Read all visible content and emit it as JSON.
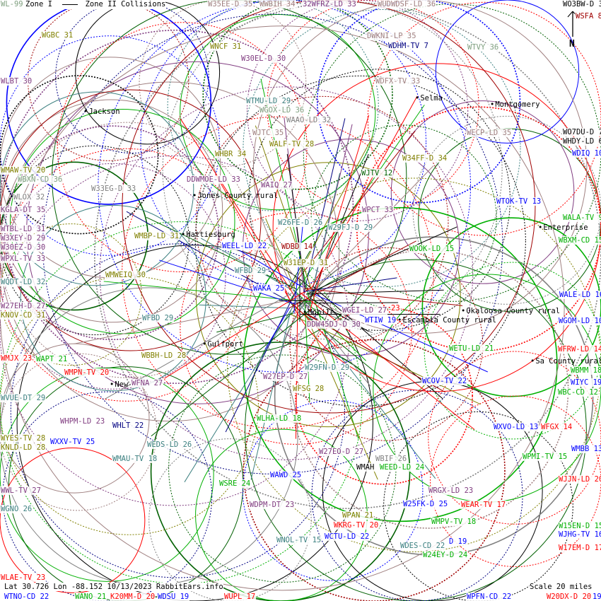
{
  "legend": {
    "zone1": "Zone I",
    "zone2": "Zone II Collisions"
  },
  "north_label": "N",
  "footer": {
    "coords": "Lat 30.726 Lon -88.152 10/13/2023 RabbitEars.info",
    "scale": "Scale 20 miles"
  },
  "colors": {
    "olive": "#808000",
    "purple": "#803c80",
    "red": "#ff0000",
    "blue": "#0000ff",
    "green": "#00b000",
    "darkgreen": "#006000",
    "teal": "#3c8080",
    "gray": "#808080",
    "rosy": "#a08080",
    "darkred": "#a00000",
    "navy": "#000080",
    "black": "#000000",
    "sage": "#80a080"
  },
  "cities": [
    "Jackson",
    "Selma",
    "Montgomery",
    "Jones County rural",
    "Hattiesburg",
    "Enterprise",
    "Mobile",
    "Escambia County rural",
    "Okaloosa County rural",
    "Gulfport",
    "Sa County rural",
    "New"
  ],
  "stations": [
    {
      "text": "WL-99",
      "color": "#80a080"
    },
    {
      "text": "W35EE-D 35",
      "color": "#a08080"
    },
    {
      "text": "WWBIH 34",
      "color": "#a08080"
    },
    {
      "text": "32WFRZ-LD 33",
      "color": "#803c80"
    },
    {
      "text": "WUDWDSF-LD 36",
      "color": "#a08080"
    },
    {
      "text": "WO3BW-D 3",
      "color": "#000000"
    },
    {
      "text": "WSFA 8",
      "color": "#a00000"
    },
    {
      "text": "WGBC 31",
      "color": "#808000"
    },
    {
      "text": "WNCF 31",
      "color": "#808000"
    },
    {
      "text": "W30EL-D 30",
      "color": "#803c80"
    },
    {
      "text": "DWKNI-LP 35",
      "color": "#a08080"
    },
    {
      "text": "WDHM-TV 7",
      "color": "#000080"
    },
    {
      "text": "WTVY 36",
      "color": "#80a080"
    },
    {
      "text": "WLBT 30",
      "color": "#803c80"
    },
    {
      "text": "WDFX-TV 33",
      "color": "#a08080"
    },
    {
      "text": "WTMU-LD 29",
      "color": "#3c8080"
    },
    {
      "text": "WGOX-LD 36",
      "color": "#80a080"
    },
    {
      "text": "WAAO-LD 32",
      "color": "#808080"
    },
    {
      "text": "WJTC 35",
      "color": "#a08080"
    },
    {
      "text": "WALF-TV 28",
      "color": "#808000"
    },
    {
      "text": "WECP-LD 35",
      "color": "#a08080"
    },
    {
      "text": "WO7DU-D 7",
      "color": "#000000"
    },
    {
      "text": "WHDY-LD 6",
      "color": "#000000"
    },
    {
      "text": "WHBR 34",
      "color": "#808000"
    },
    {
      "text": "W34FF-D 34",
      "color": "#808000"
    },
    {
      "text": "WDIQ 10",
      "color": "#0000ff"
    },
    {
      "text": "WMAW-TV 20",
      "color": "#808000"
    },
    {
      "text": "WBXN-CD 36",
      "color": "#80a080"
    },
    {
      "text": "DDWMOE-LD 33",
      "color": "#803c80"
    },
    {
      "text": "WJTV 12",
      "color": "#006000"
    },
    {
      "text": "WAIQ 27",
      "color": "#803c80"
    },
    {
      "text": "W33EG-D 33",
      "color": "#808080"
    },
    {
      "text": "WLOX 32",
      "color": "#808080"
    },
    {
      "text": "KGLA-DT 35",
      "color": "#803c80"
    },
    {
      "text": "WPCT 33",
      "color": "#803c80"
    },
    {
      "text": "WTOK-TV 13",
      "color": "#0000ff"
    },
    {
      "text": "WALA-TV 9",
      "color": "#00b000"
    },
    {
      "text": "W26FE-D 26",
      "color": "#3c8080"
    },
    {
      "text": "W29FJ-D 29",
      "color": "#3c8080"
    },
    {
      "text": "WTBL-LD 31",
      "color": "#803c80"
    },
    {
      "text": "W3XEY-D 29",
      "color": "#803c80"
    },
    {
      "text": "WMBP-LD 31",
      "color": "#808000"
    },
    {
      "text": "W30EZ-D 30",
      "color": "#803c80"
    },
    {
      "text": "WEEL-LD 22",
      "color": "#0000ff"
    },
    {
      "text": "WDBD 14",
      "color": "#a00000"
    },
    {
      "text": "WOOK-LD 15",
      "color": "#00b000"
    },
    {
      "text": "WBXM-CD 15",
      "color": "#00b000"
    },
    {
      "text": "WPXL-TV 33",
      "color": "#803c80"
    },
    {
      "text": "W31EP-D 31",
      "color": "#808000"
    },
    {
      "text": "WFBD 29",
      "color": "#3c8080"
    },
    {
      "text": "WMWEIQ 30",
      "color": "#808000"
    },
    {
      "text": "WQDT-LD 32",
      "color": "#3c8080"
    },
    {
      "text": "WAKA 25",
      "color": "#0000ff"
    },
    {
      "text": "WALE-LD 16",
      "color": "#0000ff"
    },
    {
      "text": "W27EH-D 27",
      "color": "#803c80"
    },
    {
      "text": "KNOV-CD 31",
      "color": "#808000"
    },
    {
      "text": "WFBD 29",
      "color": "#3c8080"
    },
    {
      "text": "WGEI-LD 27",
      "color": "#803c80"
    },
    {
      "text": "23",
      "color": "#ff0000"
    },
    {
      "text": "WTIW 19",
      "color": "#0000ff"
    },
    {
      "text": "DDW45DJ-D 30",
      "color": "#803c80"
    },
    {
      "text": "WGOM-LD 10",
      "color": "#0000ff"
    },
    {
      "text": "WETU-LD 21",
      "color": "#00b000"
    },
    {
      "text": "WFRW-LD 14",
      "color": "#ff0000"
    },
    {
      "text": "WMJX 23",
      "color": "#ff0000"
    },
    {
      "text": "WAPT 21",
      "color": "#00b000"
    },
    {
      "text": "WBBH-LD 28",
      "color": "#808000"
    },
    {
      "text": "WBMM 18",
      "color": "#00b000"
    },
    {
      "text": "WMPN-TV 20",
      "color": "#ff0000"
    },
    {
      "text": "W27EP-D 27",
      "color": "#803c80"
    },
    {
      "text": "W29FN-D 29",
      "color": "#3c8080"
    },
    {
      "text": "WFNA 27",
      "color": "#803c80"
    },
    {
      "text": "WCOV-TV 22",
      "color": "#0000ff"
    },
    {
      "text": "WIYC 19",
      "color": "#0000ff"
    },
    {
      "text": "WBC-CD 12",
      "color": "#00b000"
    },
    {
      "text": "WFSG 28",
      "color": "#808000"
    },
    {
      "text": "WVUE-DT 29",
      "color": "#3c8080"
    },
    {
      "text": "WHPM-LD 23",
      "color": "#803c80"
    },
    {
      "text": "WHLT 22",
      "color": "#000080"
    },
    {
      "text": "WLHA-LD 18",
      "color": "#00b000"
    },
    {
      "text": "WXVO-LD 13",
      "color": "#0000ff"
    },
    {
      "text": "WFGX 14",
      "color": "#ff0000"
    },
    {
      "text": "WYES-TV 28",
      "color": "#808000"
    },
    {
      "text": "KNLD-LD 28",
      "color": "#808000"
    },
    {
      "text": "WXXV-TV 25",
      "color": "#0000ff"
    },
    {
      "text": "WEDS-LD 26",
      "color": "#3c8080"
    },
    {
      "text": "WMBB 13",
      "color": "#0000ff"
    },
    {
      "text": "W27EO-D 27",
      "color": "#803c80"
    },
    {
      "text": "WMAU-TV 18",
      "color": "#3c8080"
    },
    {
      "text": "WBIF 26",
      "color": "#808080"
    },
    {
      "text": "WPMI-TV 15",
      "color": "#00b000"
    },
    {
      "text": "WMAH",
      "color": "#000000"
    },
    {
      "text": "WEED-LD 24",
      "color": "#00b000"
    },
    {
      "text": "WAWD 25",
      "color": "#0000ff"
    },
    {
      "text": "WJJN-LD 20",
      "color": "#ff0000"
    },
    {
      "text": "WWL-TV 27",
      "color": "#803c80"
    },
    {
      "text": "WSRE 24",
      "color": "#00b000"
    },
    {
      "text": "WRGX-LD 23",
      "color": "#803c80"
    },
    {
      "text": "WDPM-DT 23",
      "color": "#803c80"
    },
    {
      "text": "W25FK-D 25",
      "color": "#0000ff"
    },
    {
      "text": "WEAR-TV 17",
      "color": "#ff0000"
    },
    {
      "text": "WGNO 26",
      "color": "#3c8080"
    },
    {
      "text": "WPAN 21",
      "color": "#808000"
    },
    {
      "text": "WKRG-TV 20",
      "color": "#ff0000"
    },
    {
      "text": "WMPV-TV 18",
      "color": "#00b000"
    },
    {
      "text": "W15EN-D 15",
      "color": "#00b000"
    },
    {
      "text": "WJHG-TV 16",
      "color": "#0000ff"
    },
    {
      "text": "WCTU-LD 22",
      "color": "#0000ff"
    },
    {
      "text": "WNOL-TV 15",
      "color": "#3c8080"
    },
    {
      "text": "WDES-CD 22",
      "color": "#3c8080"
    },
    {
      "text": "D 19",
      "color": "#0000ff"
    },
    {
      "text": "W24EY-D 24",
      "color": "#00b000"
    },
    {
      "text": "W17EM-D 17",
      "color": "#ff0000"
    },
    {
      "text": "WLAE-TV 23",
      "color": "#ff0000"
    },
    {
      "text": "WTNO-CD 22",
      "color": "#0000ff"
    },
    {
      "text": "WANO 21",
      "color": "#00b000"
    },
    {
      "text": "K20MM-D 20",
      "color": "#ff0000"
    },
    {
      "text": "WDSU 19",
      "color": "#0000ff"
    },
    {
      "text": "WUPL 17",
      "color": "#ff0000"
    },
    {
      "text": "WPFN-CD 22",
      "color": "#0000ff"
    },
    {
      "text": "W20DX-D 20",
      "color": "#ff0000"
    },
    {
      "text": "19",
      "color": "#0000ff"
    }
  ]
}
